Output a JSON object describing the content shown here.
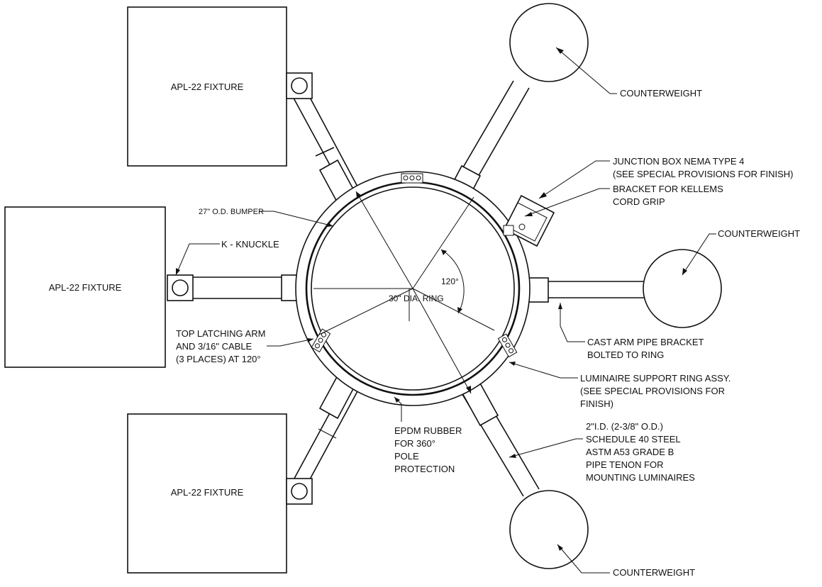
{
  "fixtures": {
    "top": "APL-22 FIXTURE",
    "middle": "APL-22 FIXTURE",
    "bottom": "APL-22 FIXTURE"
  },
  "counterweights": {
    "top": "COUNTERWEIGHT",
    "right": "COUNTERWEIGHT",
    "bottom": "COUNTERWEIGHT"
  },
  "callouts": {
    "junction_box": [
      "JUNCTION BOX NEMA TYPE 4",
      "(SEE SPECIAL PROVISIONS FOR FINISH)"
    ],
    "bracket": [
      "BRACKET FOR KELLEMS",
      "CORD GRIP"
    ],
    "bumper": "27\" O.D. BUMPER",
    "knuckle": "K - KNUCKLE",
    "angle": "120°",
    "ring_dia": "30\" DIA. RING",
    "latching_arm": [
      "TOP LATCHING ARM",
      "AND 3/16\" CABLE",
      "(3 PLACES) AT 120°"
    ],
    "cast_arm": [
      "CAST ARM  PIPE BRACKET",
      "BOLTED TO RING"
    ],
    "support_ring": [
      "LUMINAIRE SUPPORT RING ASSY.",
      "(SEE SPECIAL PROVISIONS FOR",
      "FINISH)"
    ],
    "epdm": [
      "EPDM RUBBER",
      "FOR 360°",
      "POLE",
      "PROTECTION"
    ],
    "tenon": [
      "2\"I.D. (2-3/8\" O.D.)",
      "SCHEDULE 40 STEEL",
      "ASTM A53 GRADE B",
      "PIPE TENON FOR",
      "MOUNTING LUMINAIRES"
    ]
  }
}
